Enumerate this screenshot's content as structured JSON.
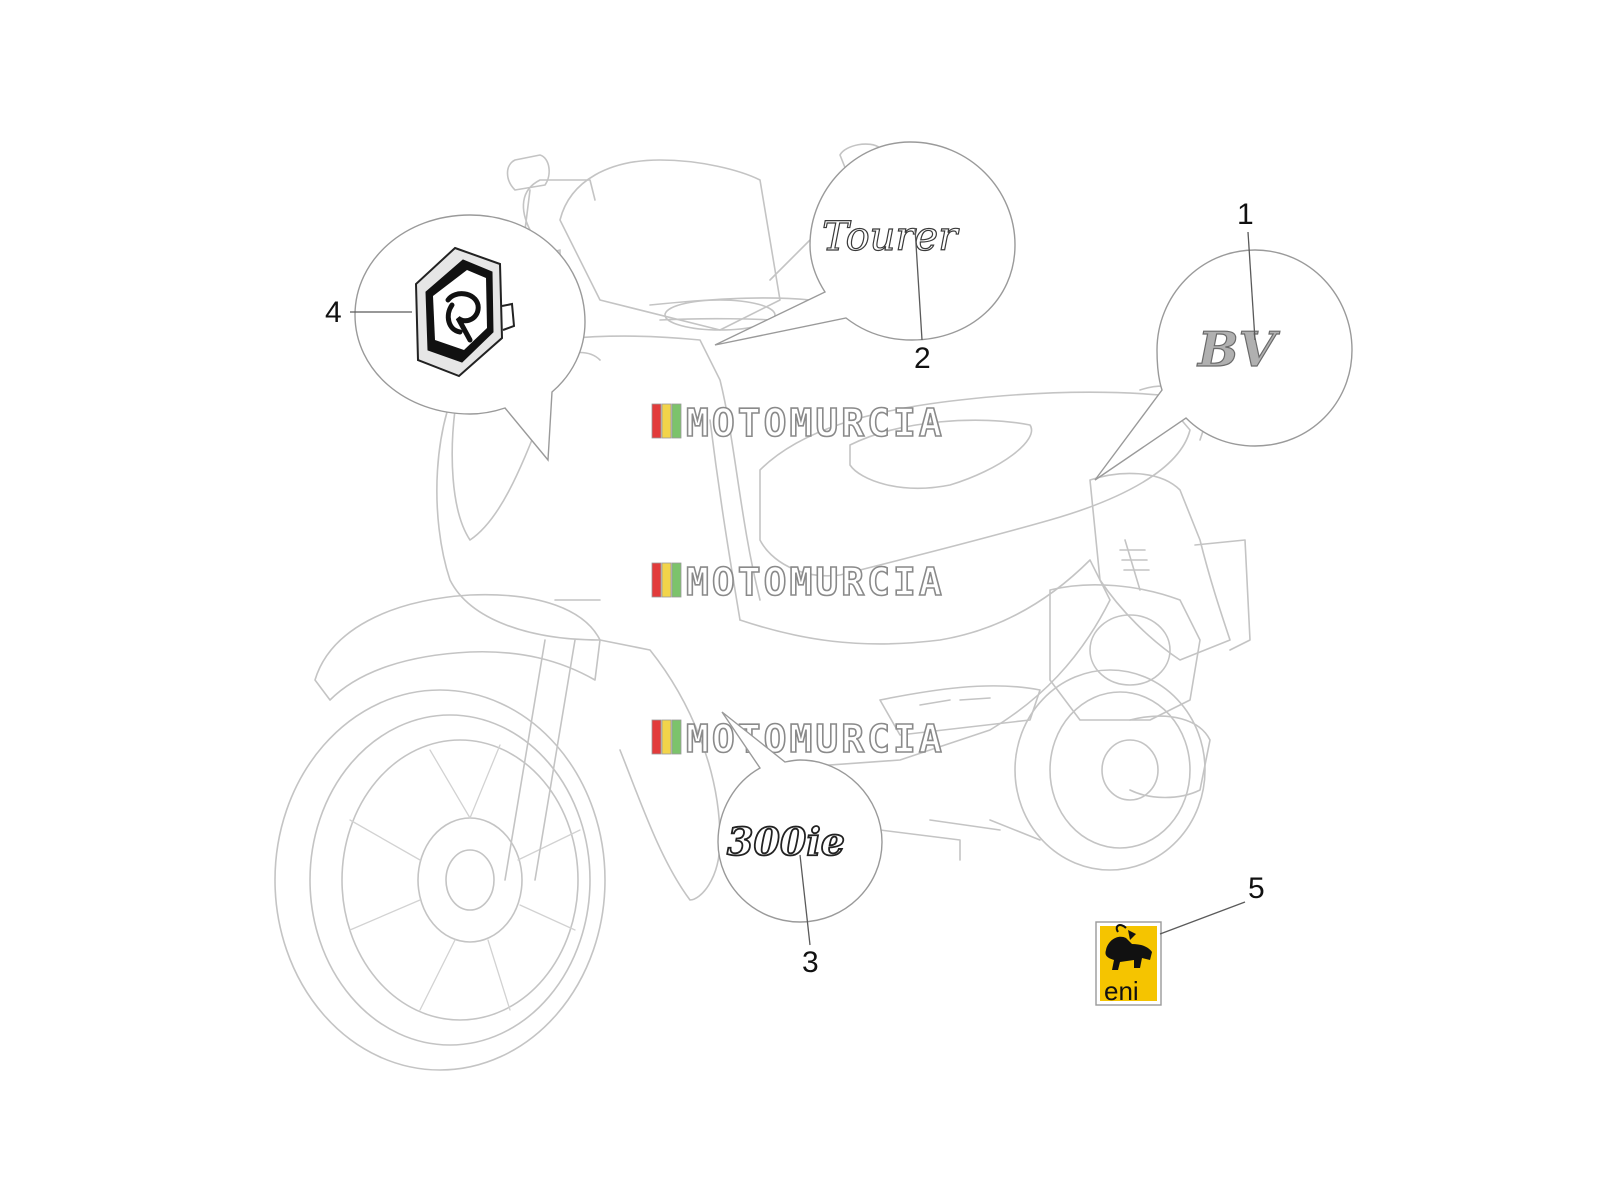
{
  "callouts": [
    {
      "number": "1",
      "part": "bv-badge",
      "text": "BV"
    },
    {
      "number": "2",
      "part": "tourer-badge",
      "text": "Tourer"
    },
    {
      "number": "3",
      "part": "300ie-badge",
      "text": "300ie"
    },
    {
      "number": "4",
      "part": "piaggio-emblem",
      "text": ""
    },
    {
      "number": "5",
      "part": "eni-sticker",
      "text": "eni"
    }
  ],
  "watermark": {
    "text": "MOTOMURCIA",
    "colors": [
      "#e23b3b",
      "#f2d44a",
      "#7cc36b"
    ]
  },
  "colors": {
    "outline": "#c4c4c4",
    "callout_border": "#9a9a9a",
    "leader": "#5a5a5a",
    "number": "#111111",
    "eni_yellow": "#f5c400"
  }
}
